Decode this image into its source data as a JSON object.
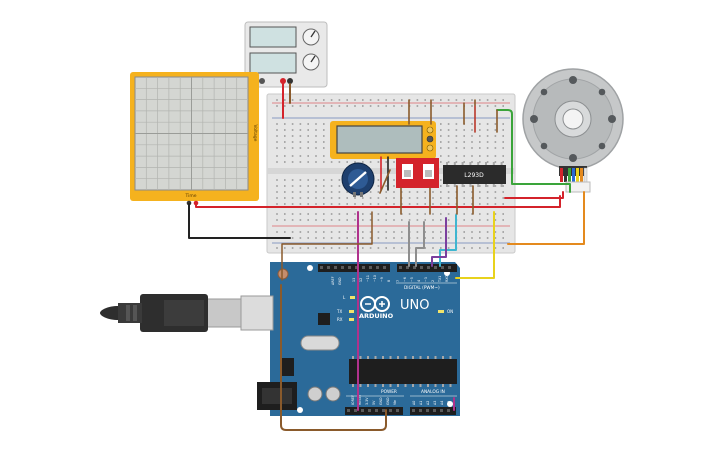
{
  "oscilloscope": {
    "x_label": "Time",
    "y_label": "Voltage"
  },
  "motor_driver": {
    "chip_label": "L293D"
  },
  "arduino": {
    "logo_text": "ARDUINO",
    "model_text": "UNO",
    "digital_label": "DIGITAL (PWM~)",
    "power_label": "POWER",
    "analog_label": "ANALOG IN",
    "on_label": "ON",
    "l_label": "L",
    "tx_label": "TX",
    "rx_label": "RX",
    "aref_label": "AREF",
    "gnd_label": "GND",
    "ioref_label": "IOREF",
    "reset_label": "RESET",
    "v33_label": "3.3V",
    "v5_label": "5V",
    "vin_label": "Vin",
    "analog_pins": [
      "A0",
      "A1",
      "A2",
      "A3",
      "A4",
      "A5"
    ],
    "digital_pins": [
      "13",
      "12",
      "~11",
      "~10",
      "~9",
      "8",
      "7",
      "~6",
      "~5",
      "4",
      "~3",
      "2",
      "TX1",
      "RX0"
    ]
  },
  "colors": {
    "board_blue": "#2b6a99",
    "oscilloscope_frame": "#f5b21e",
    "lcd_frame": "#f5b21e",
    "breadboard": "#e6e6e6",
    "wire_red": "#d4232b",
    "wire_black": "#222222",
    "wire_green": "#3aa43a",
    "wire_orange": "#e48a1e",
    "wire_yellow": "#e8d21c",
    "wire_magenta": "#b0328c",
    "wire_brown": "#8a5a2b",
    "wire_cyan": "#3fb6d0",
    "wire_grey": "#8e8e8e",
    "wire_purple": "#7b3f9e"
  }
}
